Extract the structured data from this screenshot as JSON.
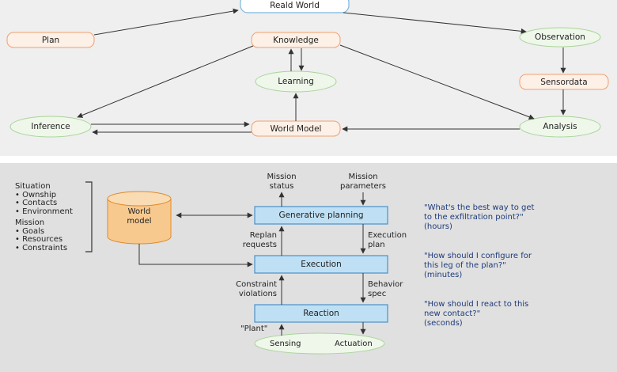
{
  "top_diagram": {
    "nodes": {
      "real_world": "Reald World",
      "plan": "Plan",
      "knowledge": "Knowledge",
      "observation": "Observation",
      "learning": "Learning",
      "sensordata": "Sensordata",
      "inference": "Inference",
      "world_model": "World Model",
      "analysis": "Analysis"
    }
  },
  "bottom_diagram": {
    "situation": {
      "title": "Situation",
      "items": [
        "• Ownship",
        "• Contacts",
        "• Environment"
      ]
    },
    "mission": {
      "title": "Mission",
      "items": [
        "• Goals",
        "• Resources",
        "• Constraints"
      ]
    },
    "world_model": {
      "line1": "World",
      "line2": "model"
    },
    "inputs": {
      "mission_status": {
        "line1": "Mission",
        "line2": "status"
      },
      "mission_parameters": {
        "line1": "Mission",
        "line2": "parameters"
      }
    },
    "boxes": {
      "generative_planning": "Generative planning",
      "execution": "Execution",
      "reaction": "Reaction"
    },
    "arrow_labels": {
      "replan_requests": {
        "line1": "Replan",
        "line2": "requests"
      },
      "execution_plan": {
        "line1": "Execution",
        "line2": "plan"
      },
      "constraint_violations": {
        "line1": "Constraint",
        "line2": "violations"
      },
      "behavior_spec": {
        "line1": "Behavior",
        "line2": "spec"
      },
      "plant": "\"Plant\""
    },
    "plant_oval": {
      "sensing": "Sensing",
      "actuation": "Actuation"
    },
    "questions": [
      {
        "line1": "\"What's the best way to get",
        "line2": "to the exfiltration point?\"",
        "line3": "(hours)"
      },
      {
        "line1": "\"How should I configure for",
        "line2": "this leg of the plan?\"",
        "line3": "(minutes)"
      },
      {
        "line1": "\"How should I react to this",
        "line2": "new contact?\"",
        "line3": "(seconds)"
      }
    ]
  },
  "colors": {
    "top_background": "#efefef",
    "bottom_background": "#e0e0e0",
    "orange_node_fill": "#fdf0e6",
    "orange_node_stroke": "#f0a070",
    "green_node_fill": "#eef7ea",
    "green_node_stroke": "#a9d49a",
    "blue_node_fill": "#ffffff",
    "blue_node_stroke": "#7db7dd",
    "process_box_fill": "#bfe0f4",
    "process_box_stroke": "#4a90c8",
    "cylinder_fill": "#f7c98f",
    "cylinder_stroke": "#e08a2a",
    "question_text": "#1e3a7a"
  }
}
